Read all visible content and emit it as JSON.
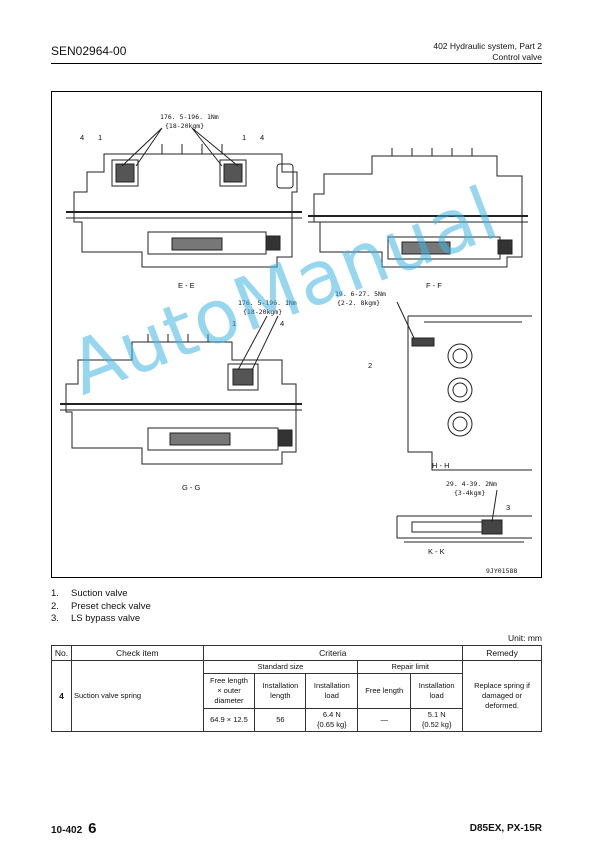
{
  "header": {
    "doc_code": "SEN02964-00",
    "section_line1": "402 Hydraulic system, Part 2",
    "section_line2": "Control valve"
  },
  "figure": {
    "callouts": {
      "ee_torque": "176. 5-196. 1Nm",
      "ee_torque_kgm": "{18-20kgm}",
      "ff_torque": "19. 6-27. 5Nm",
      "ff_torque_kgm": "{2-2. 8kgm}",
      "gg_torque": "176. 5-196. 1Nm",
      "gg_torque_kgm": "{18-20kgm}",
      "kk_torque": "29. 4-39. 2Nm",
      "kk_torque_kgm": "{3-4kgm}"
    },
    "markers": {
      "n1": "1",
      "n2": "2",
      "n3": "3",
      "n4": "4"
    },
    "views": {
      "ee": "E - E",
      "ff": "F - F",
      "gg": "G - G",
      "hh": "H - H",
      "kk": "K - K"
    },
    "figure_code": "9JY01588"
  },
  "legend": [
    {
      "num": "1.",
      "text": "Suction valve"
    },
    {
      "num": "2.",
      "text": "Preset check valve"
    },
    {
      "num": "3.",
      "text": "LS bypass valve"
    }
  ],
  "unit": "Unit: mm",
  "table": {
    "headers": {
      "no": "No.",
      "check_item": "Check item",
      "criteria": "Criteria",
      "remedy": "Remedy"
    },
    "groups": {
      "standard": "Standard size",
      "repair": "Repair limit"
    },
    "columns": {
      "free_length_a": "Free length",
      "free_length_b": "× outer",
      "free_length_c": "diameter",
      "install_length_a": "Installation",
      "install_length_b": "length",
      "install_load_a": "Installation",
      "install_load_b": "load",
      "repair_free": "Free length",
      "repair_load_a": "Installation",
      "repair_load_b": "load"
    },
    "row": {
      "no": "4",
      "item": "Suction valve spring",
      "free_length": "64.9 × 12.5",
      "install_length": "56",
      "install_load_a": "6.4 N",
      "install_load_b": "{0.65 kg}",
      "repair_free": "—",
      "repair_load_a": "5.1 N",
      "repair_load_b": "{0.52 kg}",
      "remedy_a": "Replace spring if",
      "remedy_b": "damaged or",
      "remedy_c": "deformed."
    }
  },
  "footer": {
    "page_prefix": "10-402",
    "page_num": "6",
    "model": "D85EX, PX-15R"
  },
  "watermark": "AutoManual"
}
